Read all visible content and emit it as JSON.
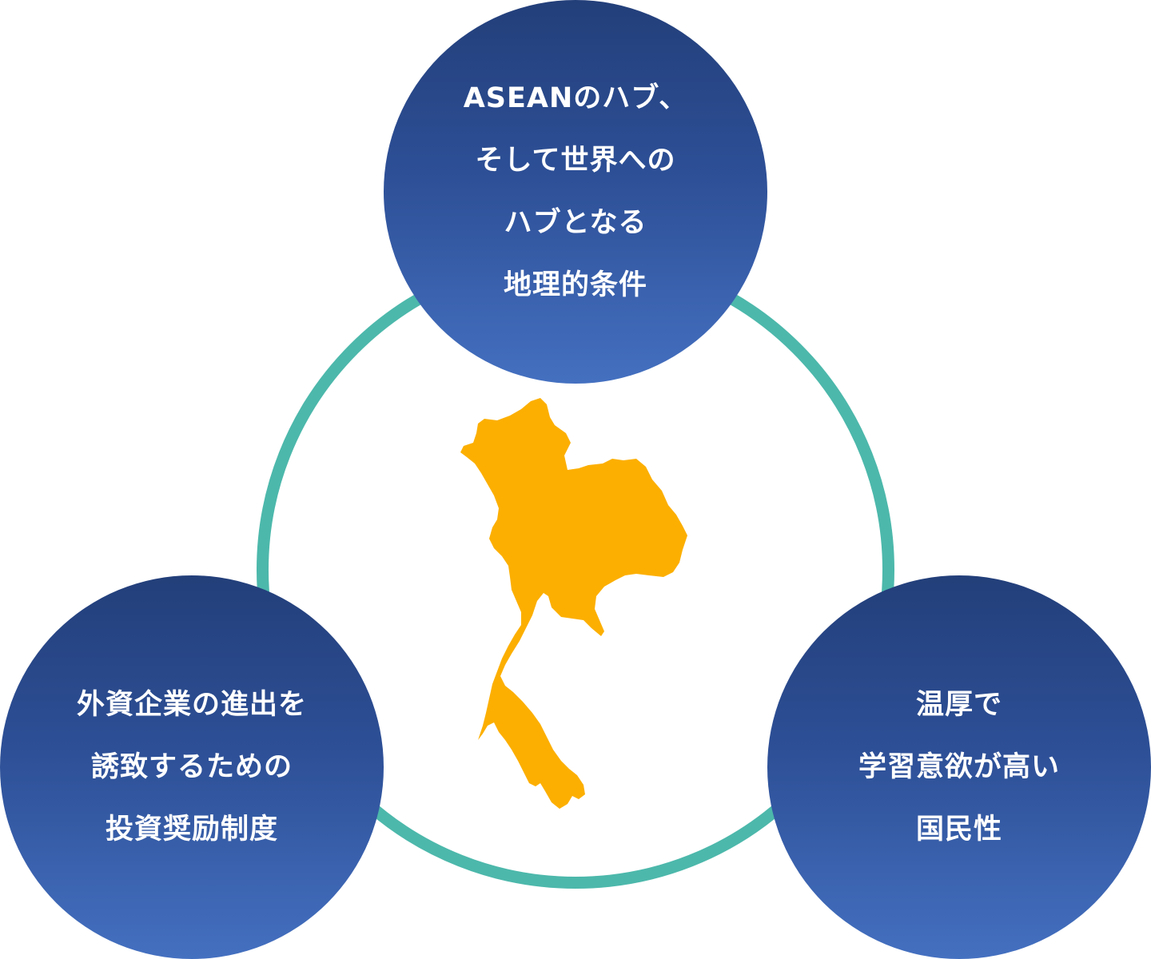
{
  "diagram": {
    "colors": {
      "ring": "#4cb8ab",
      "bubble_top": "#233f7a",
      "bubble_bottom": "#4470c0",
      "map": "#fcaf00",
      "text": "#ffffff"
    },
    "center_icon": "thailand-map-icon",
    "nodes": [
      {
        "id": "top",
        "lines": [
          "ASEANのハブ、",
          "そして世界への",
          "ハブとなる",
          "地理的条件"
        ]
      },
      {
        "id": "left",
        "lines": [
          "外資企業の進出を",
          "誘致するための",
          "投資奨励制度"
        ]
      },
      {
        "id": "right",
        "lines": [
          "温厚で",
          "学習意欲が高い",
          "国民性"
        ]
      }
    ]
  }
}
